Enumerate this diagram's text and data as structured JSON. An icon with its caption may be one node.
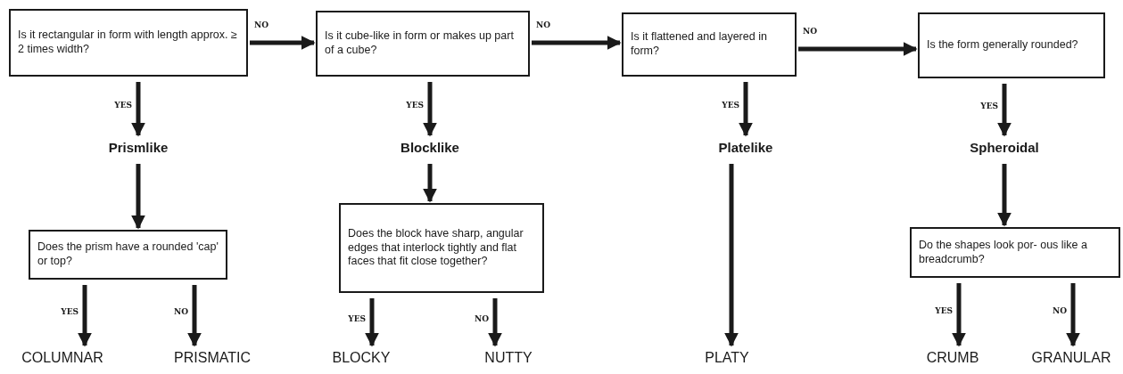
{
  "diagram": {
    "nodes": [
      {
        "text": [
          "Is it rectangular in form with length approx. ≥ 2 times width?"
        ]
      },
      {
        "text": [
          "Is it cube-like in form or makes up part of a cube?"
        ]
      },
      {
        "text": [
          "Is it flattened and layered in form?"
        ]
      },
      {
        "text": [
          "Is the form generally rounded?"
        ]
      },
      {
        "text": [
          "Prismlike"
        ]
      },
      {
        "text": [
          "Blocklike"
        ]
      },
      {
        "text": [
          "Platelike"
        ]
      },
      {
        "text": [
          "Spheroidal"
        ]
      },
      {
        "text": [
          "Does the prism have a rounded 'cap' or top?"
        ]
      },
      {
        "text": [
          "Does the block have sharp, angular edges that interlock tightly and flat faces that fit close together?"
        ]
      },
      {
        "text": [
          "Do the shapes look por- ous like a breadcrumb?"
        ]
      },
      {
        "text": [
          "COLUMNAR"
        ]
      },
      {
        "text": [
          "PRISMATIC"
        ]
      },
      {
        "text": [
          "BLOCKY"
        ]
      },
      {
        "text": [
          "NUTTY"
        ]
      },
      {
        "text": [
          "PLATY"
        ]
      },
      {
        "text": [
          "CRUMB"
        ]
      },
      {
        "text": [
          "GRANULAR"
        ]
      }
    ],
    "edges": [
      {
        "from": 0,
        "to": 1,
        "arrow": "to",
        "label": "NO"
      },
      {
        "from": 1,
        "to": 2,
        "arrow": "to",
        "label": "NO"
      },
      {
        "from": 2,
        "to": 3,
        "arrow": "to",
        "label": "NO"
      },
      {
        "from": 0,
        "to": 4,
        "arrow": "to",
        "label": "YES"
      },
      {
        "from": 1,
        "to": 5,
        "arrow": "to",
        "label": "YES"
      },
      {
        "from": 2,
        "to": 6,
        "arrow": "to",
        "label": "YES"
      },
      {
        "from": 3,
        "to": 7,
        "arrow": "to",
        "label": "YES"
      },
      {
        "from": 4,
        "to": 8,
        "arrow": "to"
      },
      {
        "from": 5,
        "to": 9,
        "arrow": "to"
      },
      {
        "from": 6,
        "to": 15,
        "arrow": "to"
      },
      {
        "from": 7,
        "to": 10,
        "arrow": "to"
      },
      {
        "from": 8,
        "to": 11,
        "arrow": "to",
        "label": "YES"
      },
      {
        "from": 8,
        "to": 12,
        "arrow": "to",
        "label": "NO"
      },
      {
        "from": 9,
        "to": 13,
        "arrow": "to",
        "label": "YES"
      },
      {
        "from": 9,
        "to": 14,
        "arrow": "to",
        "label": "NO"
      },
      {
        "from": 10,
        "to": 16,
        "arrow": "to",
        "label": "YES"
      },
      {
        "from": 10,
        "to": 17,
        "arrow": "to",
        "label": "NO"
      }
    ]
  }
}
